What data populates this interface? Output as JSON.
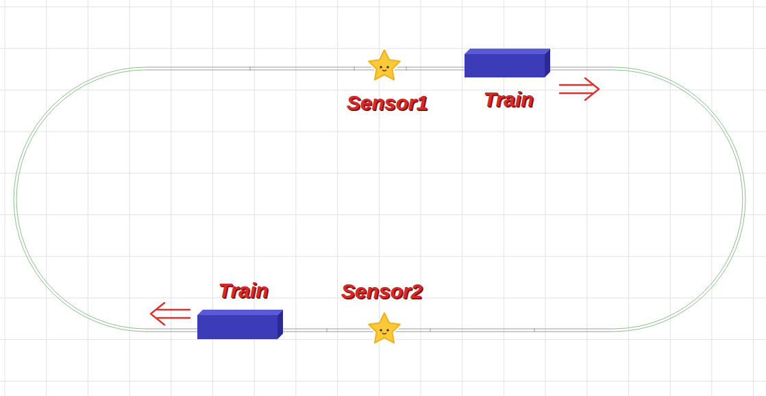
{
  "diagram": {
    "labels": [
      "Sensor1",
      "Train",
      "Train",
      "Sensor2"
    ]
  }
}
